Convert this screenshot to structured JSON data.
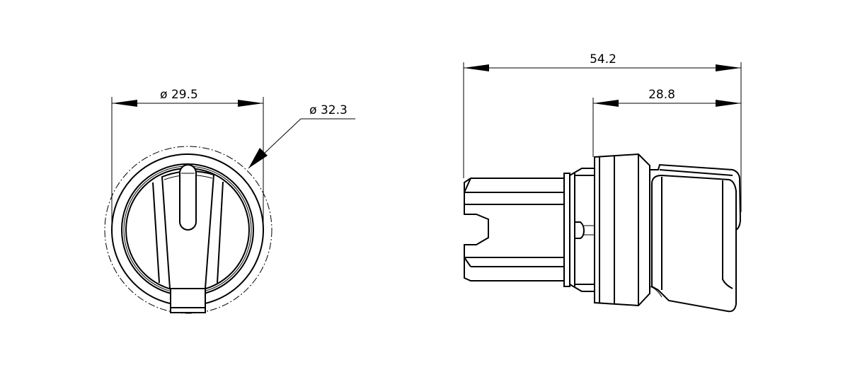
{
  "front_view": {
    "dim_inner_diameter": "ø 29.5",
    "dim_outer_diameter": "ø 32.3"
  },
  "side_view": {
    "dim_overall_length": "54.2",
    "dim_front_length": "28.8"
  }
}
